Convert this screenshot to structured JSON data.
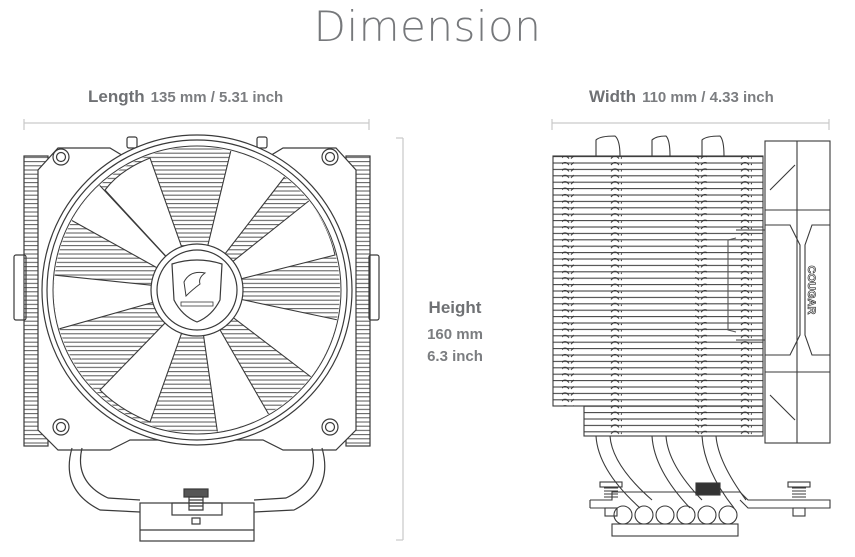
{
  "title": "Dimension",
  "dimensions": {
    "length": {
      "label": "Length",
      "value": "135 mm / 5.31 inch"
    },
    "width": {
      "label": "Width",
      "value": "110 mm / 4.33 inch"
    },
    "height": {
      "label": "Height",
      "value_mm": "160 mm",
      "value_inch": "6.3 inch"
    }
  },
  "views": {
    "front": {
      "description": "front view of CPU tower cooler with fan and logo"
    },
    "side": {
      "description": "side view showing fin stack, heatpipes and fan",
      "fan_brand_text": "COUGAR"
    }
  },
  "colors": {
    "line": "#3c3c3c",
    "dimension_line": "#c8c8c8",
    "text": "#6f7174"
  }
}
